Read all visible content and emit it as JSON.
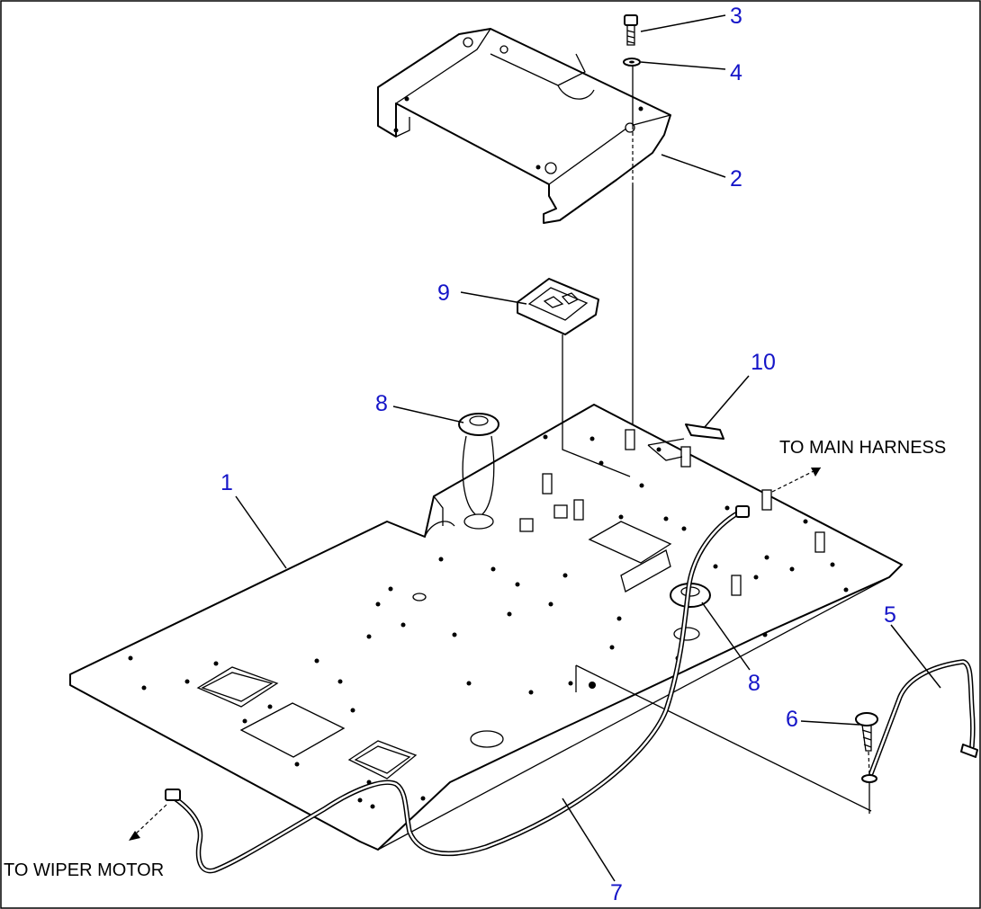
{
  "callouts": [
    {
      "number": "1"
    },
    {
      "number": "2"
    },
    {
      "number": "3"
    },
    {
      "number": "4"
    },
    {
      "number": "5"
    },
    {
      "number": "6"
    },
    {
      "number": "7"
    },
    {
      "number": "8"
    },
    {
      "number": "8"
    },
    {
      "number": "9"
    },
    {
      "number": "10"
    }
  ],
  "notes": {
    "main_harness": "TO MAIN HARNESS",
    "wiper_motor": "TO WIPER MOTOR"
  },
  "colors": {
    "callout_text": "#1515c8",
    "line": "#000000",
    "background": "#ffffff"
  }
}
